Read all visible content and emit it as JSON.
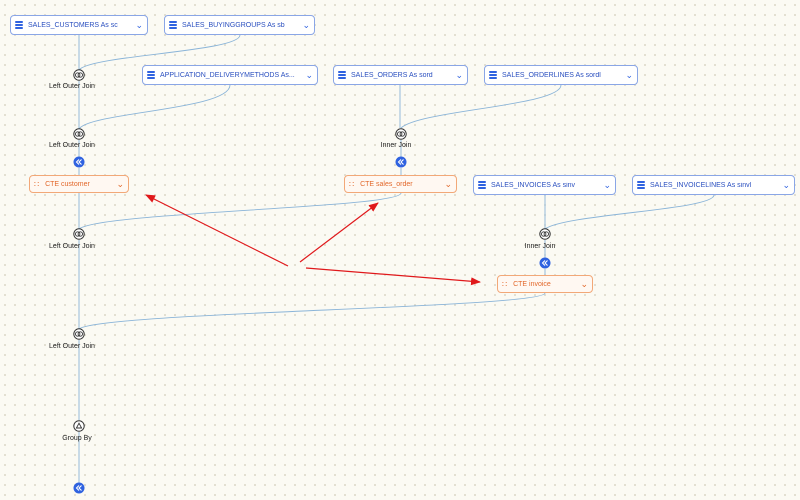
{
  "tables": [
    {
      "id": "sc",
      "label": "SALES_CUSTOMERS As sc"
    },
    {
      "id": "sb",
      "label": "SALES_BUYINGGROUPS As sb"
    },
    {
      "id": "adm",
      "label": "APPLICATION_DELIVERYMETHODS As..."
    },
    {
      "id": "sord",
      "label": "SALES_ORDERS As sord"
    },
    {
      "id": "sordl",
      "label": "SALES_ORDERLINES As sordl"
    },
    {
      "id": "sinv",
      "label": "SALES_INVOICES As sinv"
    },
    {
      "id": "sinvl",
      "label": "SALES_INVOICELINES As sinvl"
    }
  ],
  "ctes": [
    {
      "id": "customer",
      "label": "CTE customer"
    },
    {
      "id": "sales_order",
      "label": "CTE sales_order"
    },
    {
      "id": "invoice",
      "label": "CTE invoice"
    }
  ],
  "operators": [
    {
      "id": "loj1",
      "label": "Left Outer Join"
    },
    {
      "id": "loj2",
      "label": "Left Outer Join"
    },
    {
      "id": "ij1",
      "label": "Inner Join"
    },
    {
      "id": "loj3",
      "label": "Left Outer Join"
    },
    {
      "id": "ij2",
      "label": "Inner Join"
    },
    {
      "id": "loj4",
      "label": "Left Outer Join"
    },
    {
      "id": "gb",
      "label": "Group By"
    }
  ],
  "colors": {
    "table_border": "#8aa6e6",
    "table_text": "#2a4fbf",
    "cte_border": "#f2a878",
    "cte_text": "#e2672a",
    "connector": "#8ab4d8",
    "collapse_badge": "#2f62e0",
    "annotation_arrow": "#e0181b"
  }
}
